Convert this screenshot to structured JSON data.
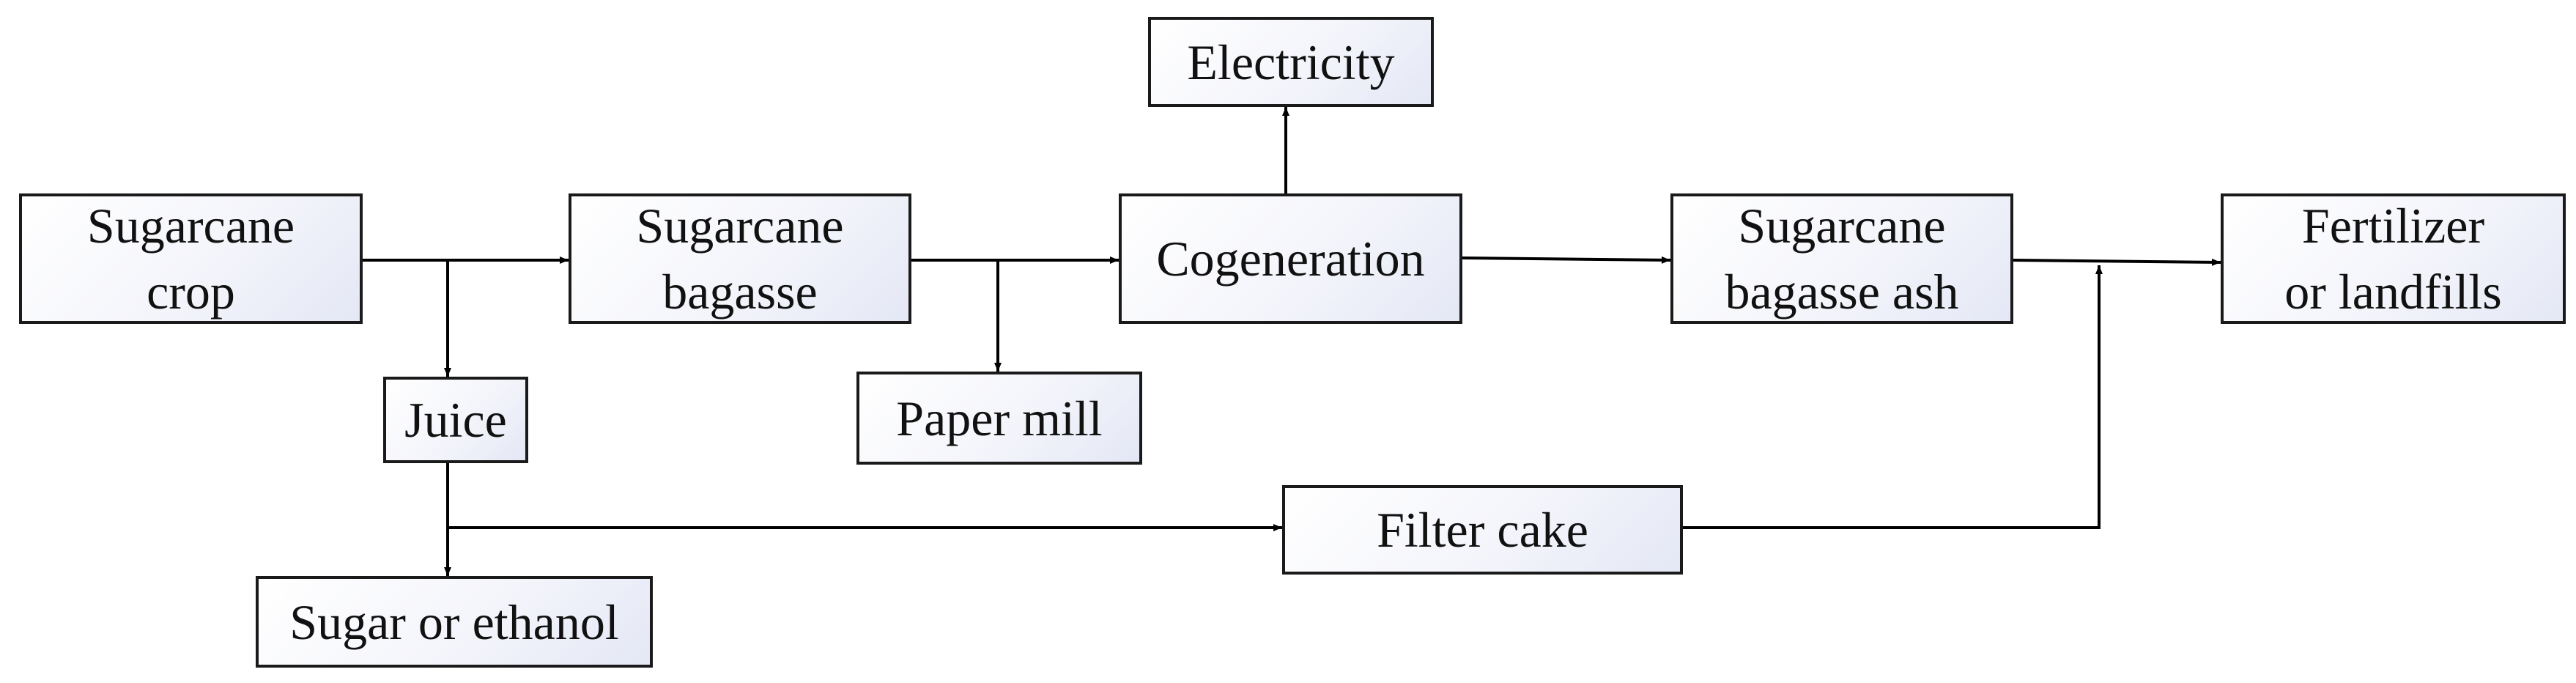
{
  "nodes": {
    "sugarcane_crop": [
      "Sugarcane",
      "crop"
    ],
    "sugarcane_bagasse": [
      "Sugarcane",
      "bagasse"
    ],
    "cogeneration": [
      "Cogeneration"
    ],
    "electricity": [
      "Electricity"
    ],
    "sugarcane_bagasse_ash": [
      "Sugarcane",
      "bagasse ash"
    ],
    "fertilizer": [
      "Fertilizer",
      "or landfills"
    ],
    "juice": [
      "Juice"
    ],
    "paper_mill": [
      "Paper mill"
    ],
    "filter_cake": [
      "Filter cake"
    ],
    "sugar_or_ethanol": [
      "Sugar or ethanol"
    ]
  },
  "colors": {
    "border": "#1a1a1a",
    "fill_light": "#ffffff",
    "fill_dark": "#e4e7f5",
    "line": "#000000"
  }
}
